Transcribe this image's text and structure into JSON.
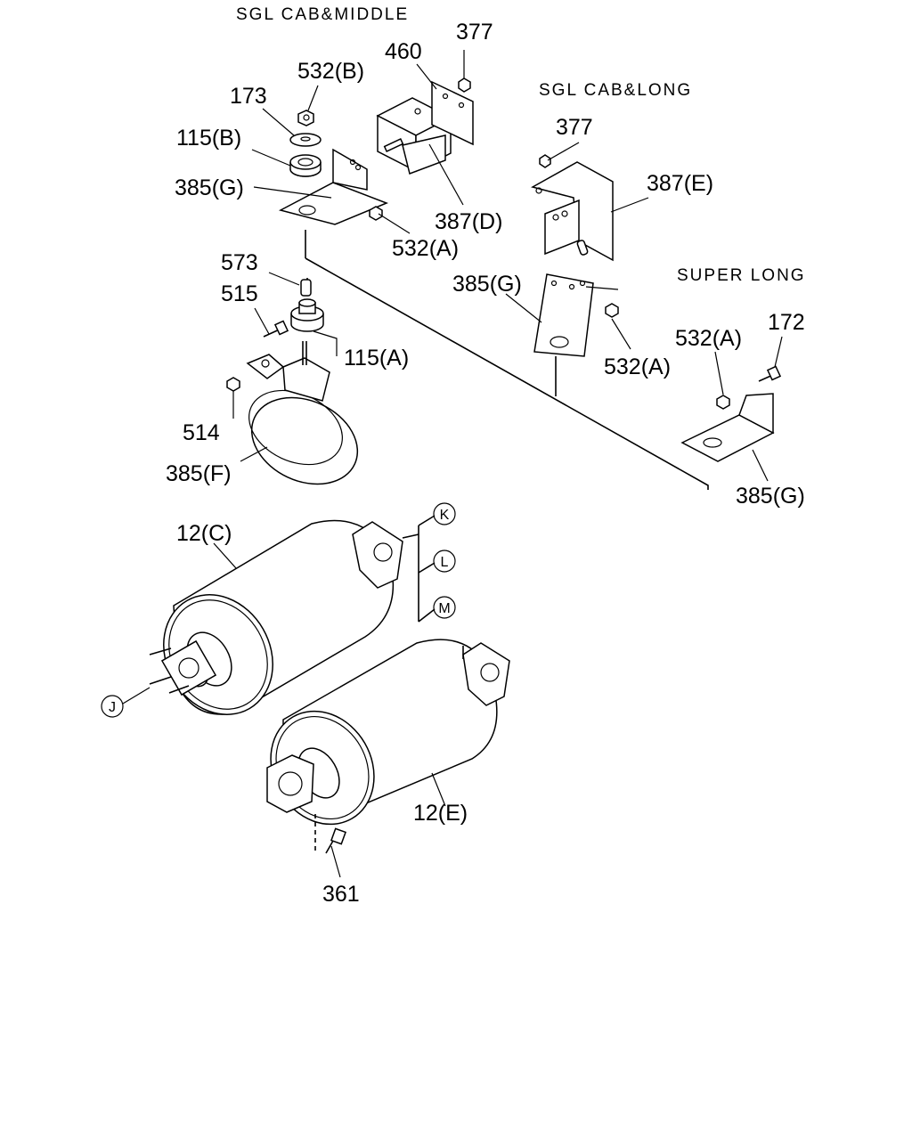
{
  "sections": {
    "sgl_cab_middle": "SGL CAB&MIDDLE",
    "sgl_cab_long": "SGL CAB&LONG",
    "super_long": "SUPER LONG"
  },
  "labels": {
    "p377a": "377",
    "p460": "460",
    "p532b": "532(B)",
    "p173": "173",
    "p115b": "115(B)",
    "p385g_a": "385(G)",
    "p387d": "387(D)",
    "p532a_a": "532(A)",
    "p573": "573",
    "p515": "515",
    "p115a": "115(A)",
    "p514": "514",
    "p385f": "385(F)",
    "p377b": "377",
    "p387e": "387(E)",
    "p385g_b": "385(G)",
    "p532a_b": "532(A)",
    "p532a_c": "532(A)",
    "p172": "172",
    "p385g_c": "385(G)",
    "p12c": "12(C)",
    "p12e": "12(E)",
    "p361": "361"
  },
  "refs": {
    "k": "K",
    "l": "L",
    "m": "M",
    "j": "J"
  },
  "icons": [
    "nut-icon",
    "bolt-icon",
    "washer-icon",
    "rubber-mount-icon",
    "bracket-icon",
    "muffler-icon",
    "reference-circle-icon"
  ]
}
